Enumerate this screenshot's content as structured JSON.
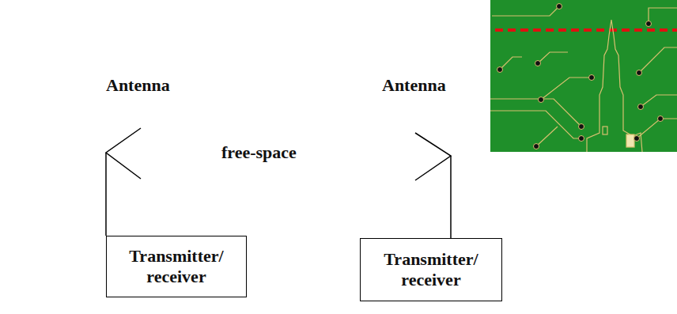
{
  "diagram": {
    "nodes": [
      {
        "text": [
          "Transmitter/ receiver"
        ]
      },
      {
        "text": [
          "Transmitter/ receiver"
        ]
      }
    ],
    "labels": [
      "Antenna",
      "Antenna",
      "free-space"
    ]
  }
}
